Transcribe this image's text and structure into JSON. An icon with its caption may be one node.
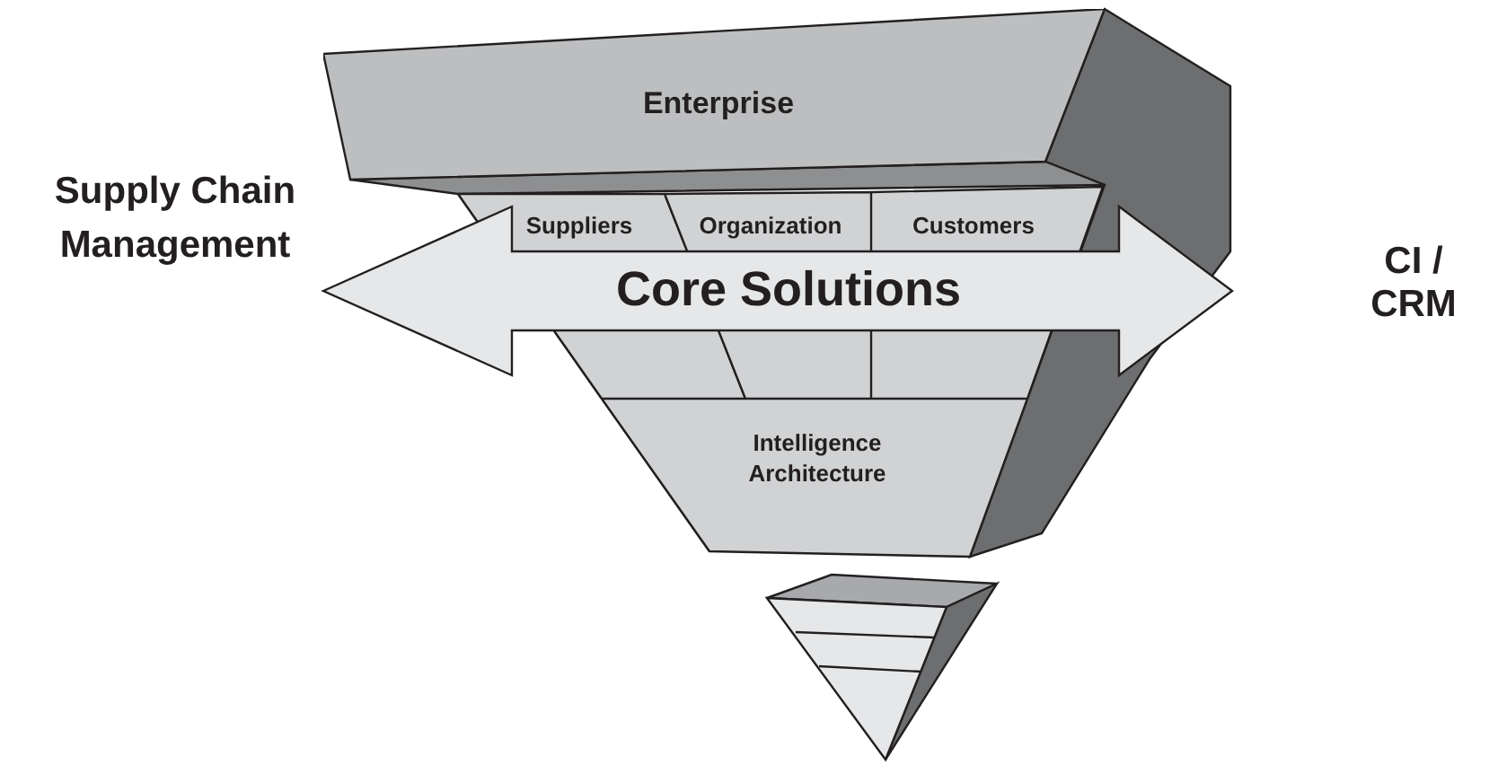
{
  "diagram": {
    "nodes": [
      {
        "text": [
          "Enterprise"
        ]
      },
      {
        "text": [
          "Suppliers"
        ]
      },
      {
        "text": [
          "Organization"
        ]
      },
      {
        "text": [
          "Customers"
        ]
      },
      {
        "text": [
          "Intelligence Architecture"
        ]
      },
      {
        "text": [
          "Supply Chain Management"
        ]
      },
      {
        "text": [
          "CI / CRM"
        ]
      }
    ],
    "edges": [
      {
        "from": 5,
        "to": 6,
        "arrow": "both",
        "label": "Core Solutions",
        "style": "thick"
      }
    ]
  }
}
